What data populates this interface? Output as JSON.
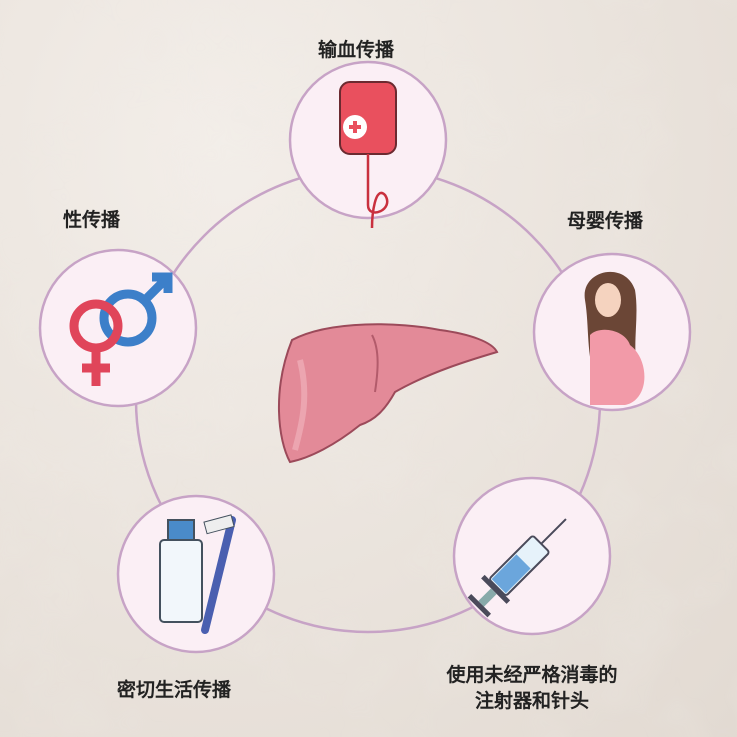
{
  "title": "传播途径",
  "colors": {
    "ring": "#c7a3c6",
    "circle_fill": "#fbeff5",
    "liver": "#e07f8e",
    "background": "#ece5de"
  },
  "routes": [
    {
      "label": "输血传播",
      "icon": "blood-bag-icon"
    },
    {
      "label": "母婴传播",
      "icon": "pregnant-woman-icon"
    },
    {
      "label_line1": "使用未经严格消毒的",
      "label_line2": "注射器和针头",
      "icon": "syringe-icon"
    },
    {
      "label": "密切生活传播",
      "icon": "toothbrush-toothpaste-icon"
    },
    {
      "label": "性传播",
      "icon": "gender-symbols-icon"
    }
  ],
  "center": {
    "icon": "liver-icon"
  }
}
